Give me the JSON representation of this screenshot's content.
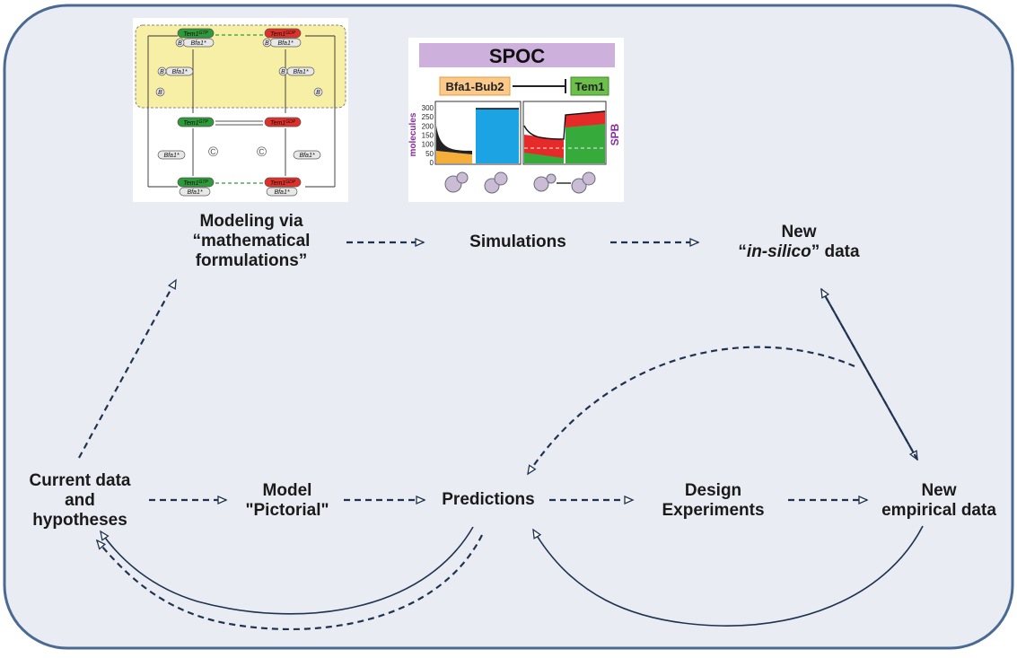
{
  "colors": {
    "background": "#e9edf3",
    "border": "#4a6a93",
    "arrow": "#1f3350",
    "text": "#1a1a1a",
    "tem_green": "#2e9a3a",
    "tem_red": "#e0302a",
    "feedback_yellow": "#f8efa6",
    "spoc_bar": "#cdb0dc",
    "bfa_box": "#fbc98a",
    "tem_box": "#6cc04a",
    "sim_blue": "#1ba3e4",
    "sim_orange": "#f6ae3a",
    "sim_red": "#e62a2a",
    "sim_green": "#36ab3b",
    "axis_purple": "#8a2aa0"
  },
  "nodes": {
    "modeling": [
      "Modeling via",
      "“mathematical",
      "formulations”"
    ],
    "simulations": "Simulations",
    "insilico_pre": "“",
    "insilico_word": "in-silico",
    "insilico_post": "” data",
    "insilico_top": "New",
    "current": [
      "Current data",
      "and",
      "hypotheses"
    ],
    "model": [
      "Model",
      "\"Pictorial\""
    ],
    "predictions": "Predictions",
    "design": [
      "Design",
      "Experiments"
    ],
    "empirical": [
      "New",
      "empirical data"
    ]
  },
  "network": {
    "tem_gtp_label": "Tem1",
    "tem_gtp_sup": "GTP",
    "tem_gdp_label": "Tem1",
    "tem_gdp_sup": "GDP",
    "b_label": "B",
    "bfa_label": "Bfa1*",
    "c_symbol": "©"
  },
  "spoc": {
    "title": "SPOC",
    "inhibitor": "Bfa1-Bub2",
    "target": "Tem1",
    "ylabel": "molecules",
    "right_label": "SPB",
    "yticks": [
      "300",
      "250",
      "200",
      "150",
      "100",
      "50",
      "0"
    ]
  }
}
